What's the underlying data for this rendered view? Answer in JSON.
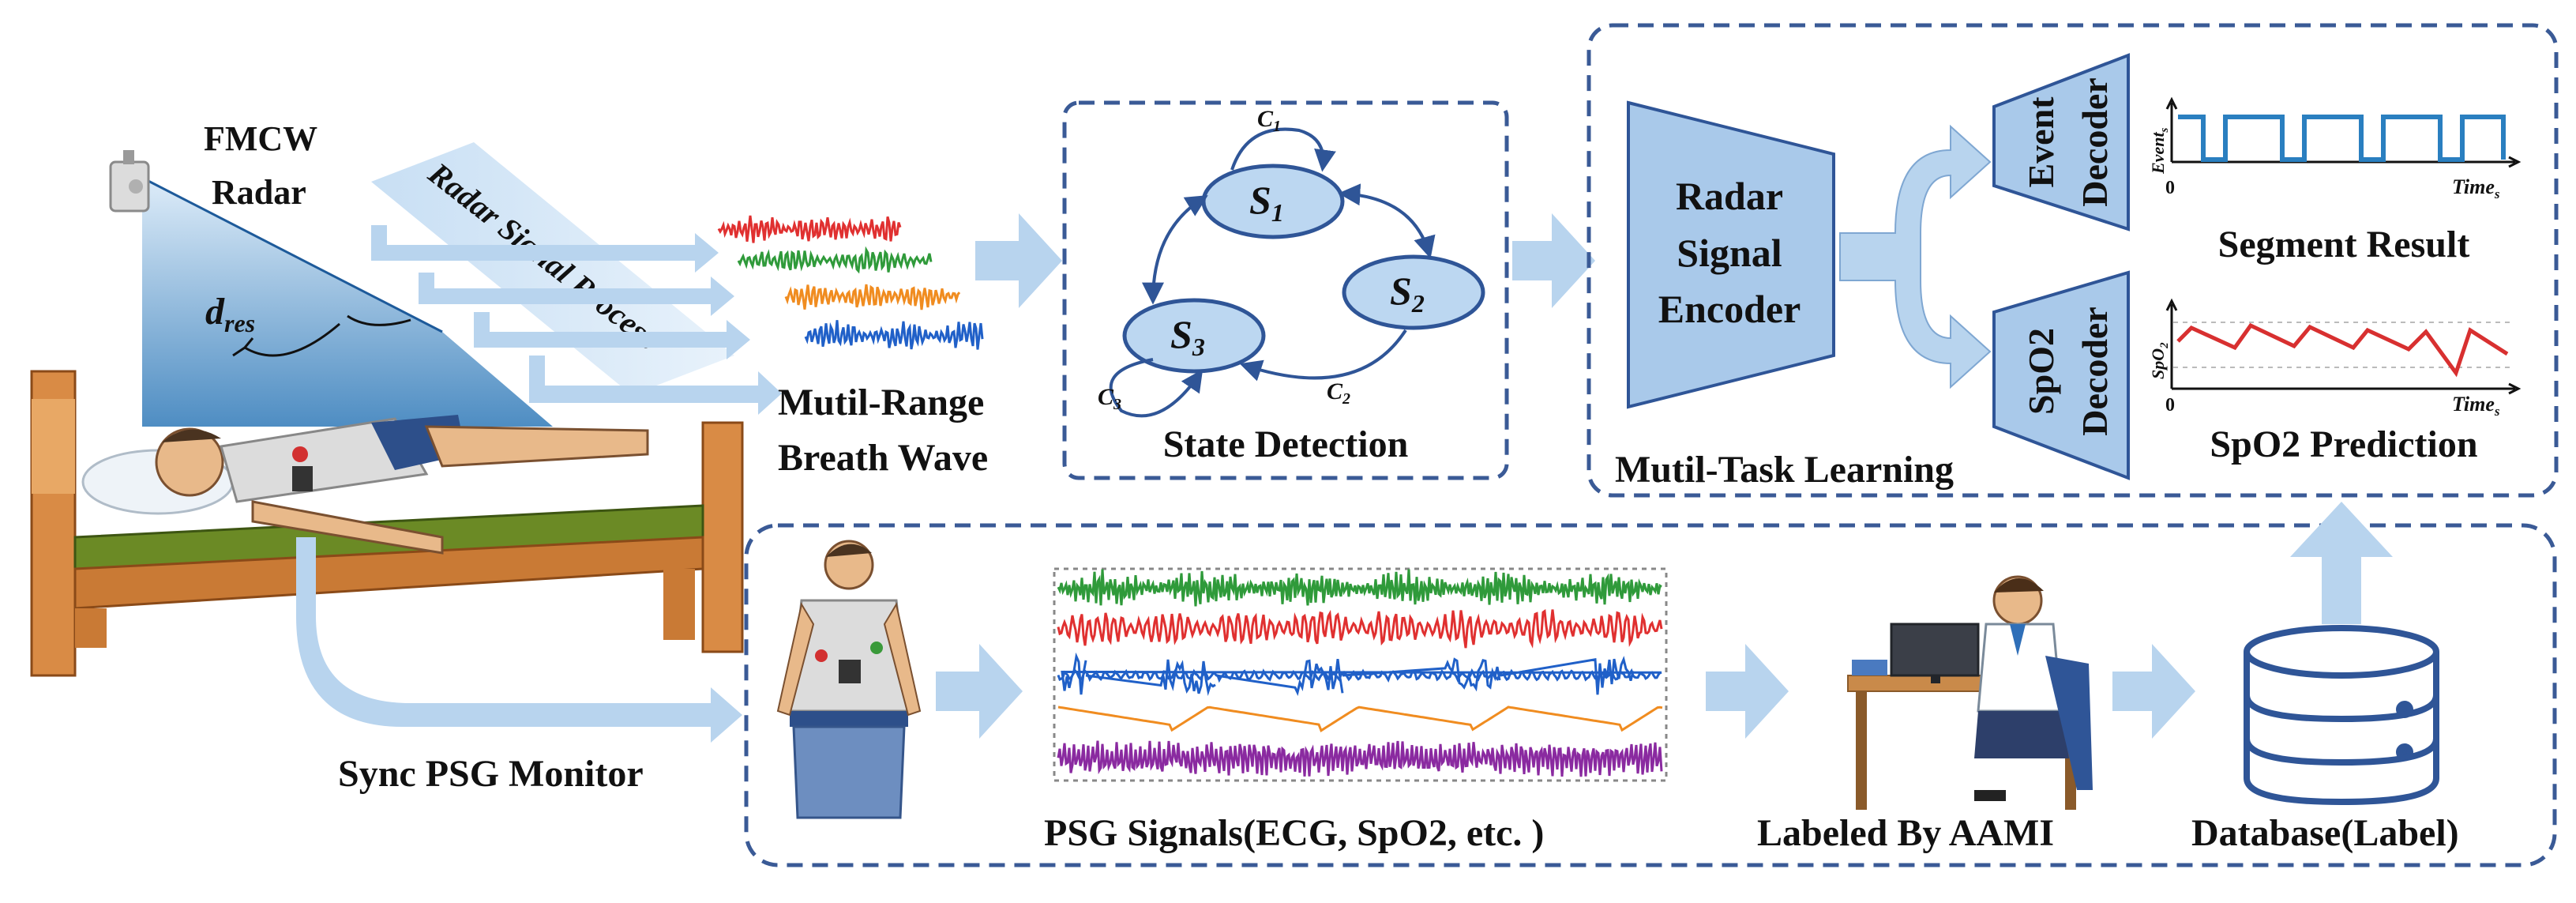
{
  "radar": {
    "line1": "FMCW",
    "line2": "Radar",
    "d_base": "d",
    "d_sub": "res"
  },
  "process": {
    "label": "Radar Signal Process"
  },
  "breath": {
    "line1": "Mutil-Range",
    "line2": "Breath Wave"
  },
  "state": {
    "title": "State Detection",
    "s1": "S",
    "s1_sub": "1",
    "s2": "S",
    "s2_sub": "2",
    "s3": "S",
    "s3_sub": "3",
    "c1": "C",
    "c1_sub": "1",
    "c2": "C",
    "c2_sub": "2",
    "c3": "C",
    "c3_sub": "3"
  },
  "mtl": {
    "title": "Mutil-Task Learning",
    "encoder_line1": "Radar",
    "encoder_line2": "Signal",
    "encoder_line3": "Encoder",
    "event_line1": "Event",
    "event_line2": "Decoder",
    "spo2_line1": "SpO2",
    "spo2_line2": "Decoder",
    "segment_title": "Segment Result",
    "segment_ylabel": "Event",
    "segment_ylabel_sub": "s",
    "segment_xlabel": "Time",
    "segment_xlabel_sub": "s",
    "segment_origin": "0",
    "spo2_title": "SpO2 Prediction",
    "spo2_ylabel": "SpO",
    "spo2_ylabel_sub": "2",
    "spo2_xlabel": "Time",
    "spo2_xlabel_sub": "s",
    "spo2_origin": "0"
  },
  "bottom": {
    "sync": "Sync PSG Monitor",
    "psg_signals": "PSG Signals(ECG, SpO2, etc. )",
    "labeled": "Labeled By AAMI",
    "database": "Database(Label)"
  },
  "colors": {
    "dash_box": "#3a5a96",
    "arrow": "#b8d4ee",
    "encoder_fill": "#a9c9ea",
    "node_fill": "#bcd7f1",
    "node_stroke": "#2f5597",
    "wave_red": "#e03030",
    "wave_green": "#2f9a3a",
    "wave_orange": "#f08c20",
    "wave_blue": "#2060c8",
    "wave_purple": "#8a2aa0",
    "segment_line": "#2a7fc0",
    "spo2_line": "#d83030"
  }
}
